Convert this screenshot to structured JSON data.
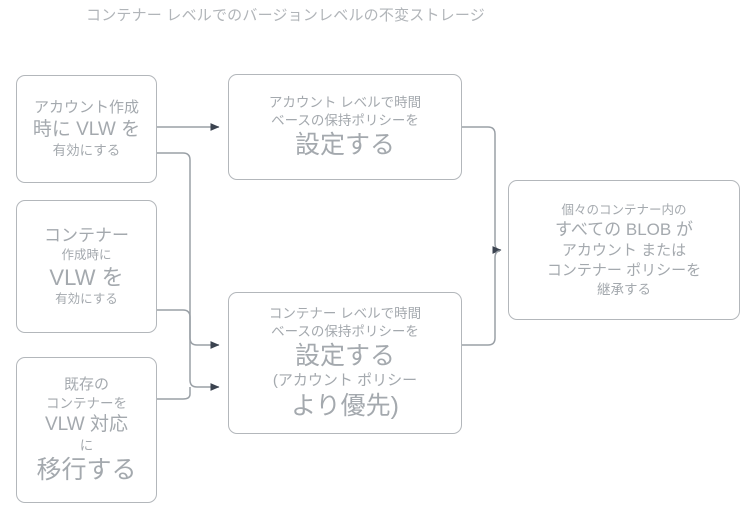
{
  "title": "コンテナー レベルでのバージョンレベルの不変ストレージ",
  "colors": {
    "box_border": "#b3b7bb",
    "text": "#a4a9ae",
    "title_text": "#b1b5b9",
    "connector_line": "#9aa0a6",
    "arrow_head": "#3b4350",
    "background": "#ffffff"
  },
  "nodes": [
    {
      "id": "account-vlw",
      "lines": [
        {
          "text": "アカウント作成",
          "size": "s15"
        },
        {
          "text": "時に VLW を",
          "size": "s19"
        },
        {
          "text": "有効にする",
          "size": "s13"
        }
      ]
    },
    {
      "id": "account-policy",
      "lines": [
        {
          "text": "アカウント レベルで時間",
          "size": "s13"
        },
        {
          "text": "ベースの保持ポリシーを",
          "size": "s13"
        },
        {
          "text": "設定する",
          "size": "s25"
        }
      ]
    },
    {
      "id": "container-vlw",
      "lines": [
        {
          "text": "コンテナー",
          "size": "s17"
        },
        {
          "text": "作成時に",
          "size": "s12"
        },
        {
          "text": "VLW を",
          "size": "s22"
        },
        {
          "text": "有効にする",
          "size": "s12"
        }
      ]
    },
    {
      "id": "migrate-vlw",
      "lines": [
        {
          "text": "既存の",
          "size": "s15"
        },
        {
          "text": "コンテナーを",
          "size": "s13"
        },
        {
          "text": "VLW 対応",
          "size": "s19"
        },
        {
          "text": "に",
          "size": "s13"
        },
        {
          "text": "移行する",
          "size": "s25"
        }
      ]
    },
    {
      "id": "container-pol",
      "lines": [
        {
          "text": "コンテナー レベルで時間",
          "size": "s13"
        },
        {
          "text": "ベースの保持ポリシーを",
          "size": "s13"
        },
        {
          "text": "設定する",
          "size": "s25"
        },
        {
          "text": "(アカウント ポリシー",
          "size": "s15"
        },
        {
          "text": "より優先)",
          "size": "s25"
        }
      ]
    },
    {
      "id": "blob-inherit",
      "lines": [
        {
          "text": "個々のコンテナー内の",
          "size": "s12"
        },
        {
          "text": "すべての BLOB が",
          "size": "s17"
        },
        {
          "text": "アカウント または",
          "size": "s15"
        },
        {
          "text": "コンテナー ポリシーを",
          "size": "s15"
        },
        {
          "text": "継承する",
          "size": "s13"
        }
      ]
    }
  ],
  "edges": [
    {
      "id": "account-vlw-to-account-policy",
      "from": "account-vlw",
      "to": "account-policy"
    },
    {
      "id": "account-vlw-to-container-pol",
      "from": "account-vlw",
      "to": "container-pol"
    },
    {
      "id": "container-vlw-to-container-pol",
      "from": "container-vlw",
      "to": "container-pol"
    },
    {
      "id": "migrate-vlw-to-container-pol",
      "from": "migrate-vlw",
      "to": "container-pol"
    },
    {
      "id": "account-policy-to-blob-inherit",
      "from": "account-policy",
      "to": "blob-inherit"
    },
    {
      "id": "container-pol-to-blob-inherit",
      "from": "container-pol",
      "to": "blob-inherit"
    }
  ]
}
